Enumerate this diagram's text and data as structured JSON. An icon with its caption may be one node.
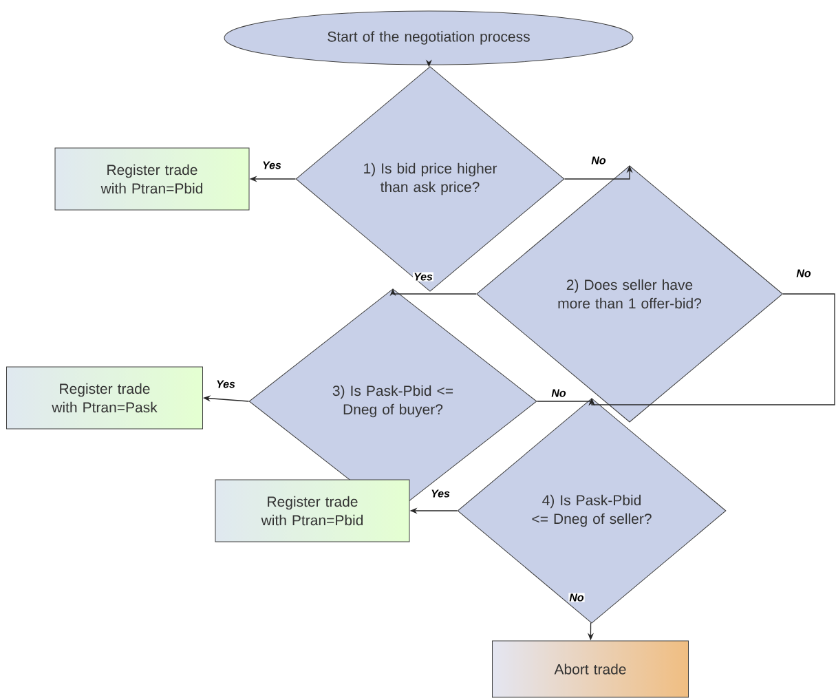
{
  "diagram": {
    "nodes": [
      {
        "text": [
          "Start of the negotiation process"
        ]
      },
      {
        "text": [
          "1) Is bid price higher than ask price?"
        ]
      },
      {
        "text": [
          "Register trade with Ptran=Pbid"
        ]
      },
      {
        "text": [
          "2) Does seller have more than 1 offer-bid?"
        ]
      },
      {
        "text": [
          "3) Is Pask-Pbid <= Dneg of buyer?"
        ]
      },
      {
        "text": [
          "Register trade with Ptran=Pask"
        ]
      },
      {
        "text": [
          "4) Is Pask-Pbid <= Dneg of seller?"
        ]
      },
      {
        "text": [
          "Register trade with Ptran=Pbid"
        ]
      },
      {
        "text": [
          "Abort trade"
        ]
      }
    ],
    "edges": [
      {
        "from": 0,
        "to": 1,
        "arrow": "to"
      },
      {
        "from": 1,
        "to": 2,
        "arrow": "to",
        "label": "Yes"
      },
      {
        "from": 1,
        "to": 3,
        "arrow": "to",
        "label": "No"
      },
      {
        "from": 3,
        "to": 4,
        "arrow": "to",
        "label": "Yes"
      },
      {
        "from": 4,
        "to": 5,
        "arrow": "to",
        "label": "Yes"
      },
      {
        "from": 4,
        "to": 6,
        "arrow": "to",
        "label": "No"
      },
      {
        "from": 3,
        "to": 6,
        "arrow": "to",
        "label": "No"
      },
      {
        "from": 6,
        "to": 7,
        "arrow": "to",
        "label": "Yes"
      },
      {
        "from": 6,
        "to": 8,
        "arrow": "to",
        "label": "No"
      }
    ]
  }
}
